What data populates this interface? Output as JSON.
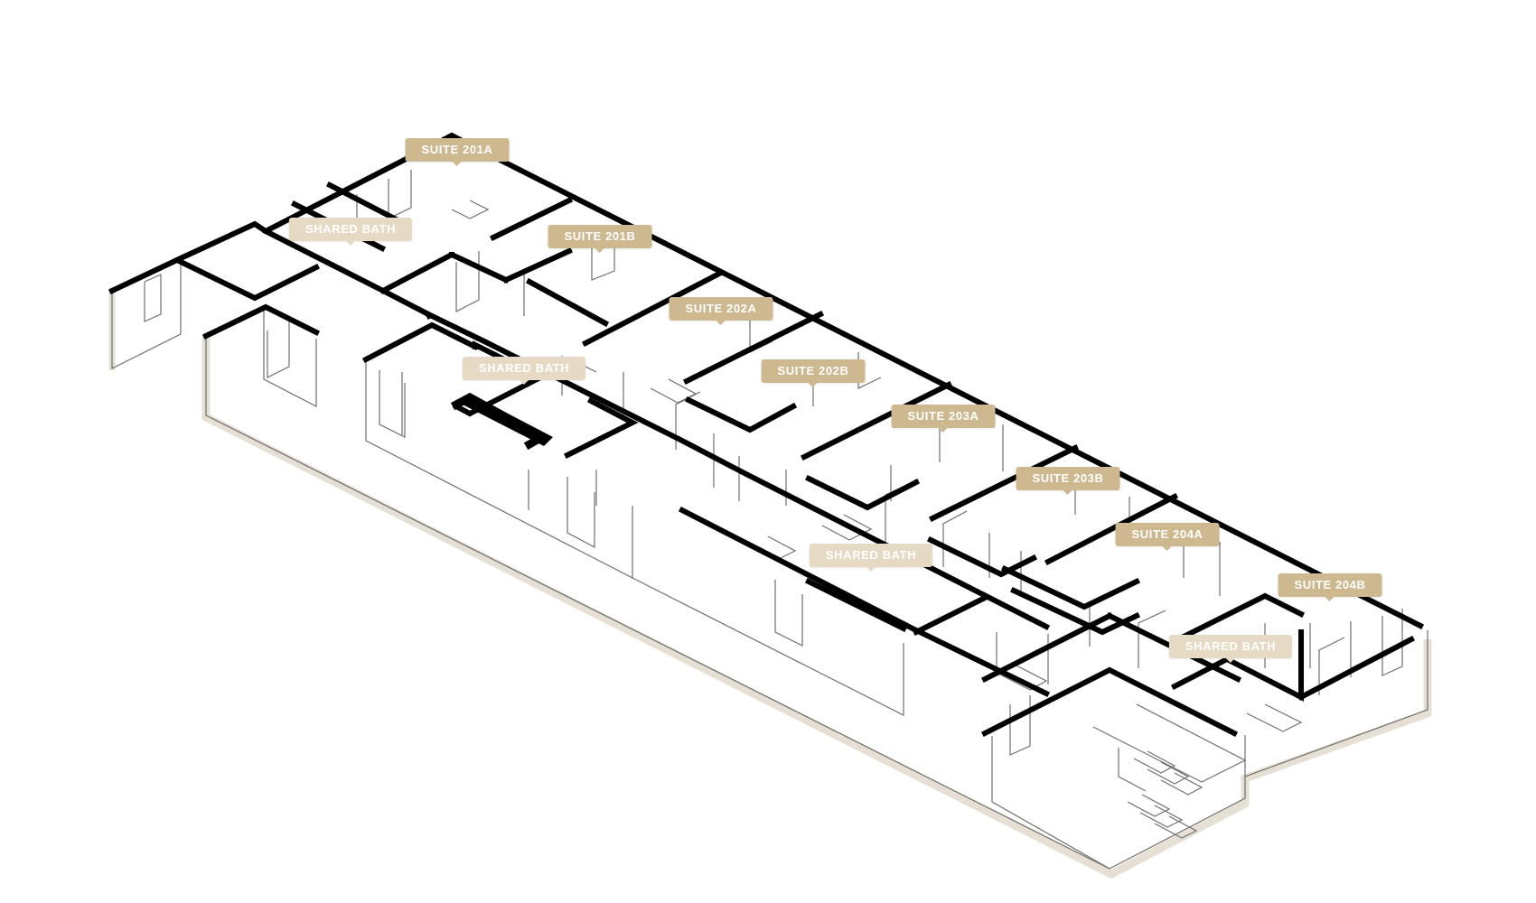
{
  "plan": {
    "colors": {
      "wall": "#000000",
      "thin_line": "#6f6f6f",
      "floor_edge": "#e6e0d4",
      "suite_tag": "#cdb88f",
      "bath_tag": "#e6dac4",
      "tag_text": "#ffffff"
    },
    "labels": [
      {
        "id": "suite-201a",
        "kind": "suite",
        "text": "SUITE 201A"
      },
      {
        "id": "shared-bath-1",
        "kind": "bath",
        "text": "SHARED BATH"
      },
      {
        "id": "suite-201b",
        "kind": "suite",
        "text": "SUITE 201B"
      },
      {
        "id": "suite-202a",
        "kind": "suite",
        "text": "SUITE 202A"
      },
      {
        "id": "shared-bath-2",
        "kind": "bath",
        "text": "SHARED BATH"
      },
      {
        "id": "suite-202b",
        "kind": "suite",
        "text": "SUITE 202B"
      },
      {
        "id": "suite-203a",
        "kind": "suite",
        "text": "SUITE 203A"
      },
      {
        "id": "suite-203b",
        "kind": "suite",
        "text": "SUITE 203B"
      },
      {
        "id": "shared-bath-3",
        "kind": "bath",
        "text": "SHARED BATH"
      },
      {
        "id": "suite-204a",
        "kind": "suite",
        "text": "SUITE 204A"
      },
      {
        "id": "suite-204b",
        "kind": "suite",
        "text": "SUITE 204B"
      },
      {
        "id": "shared-bath-4",
        "kind": "bath",
        "text": "SHARED BATH"
      }
    ]
  }
}
